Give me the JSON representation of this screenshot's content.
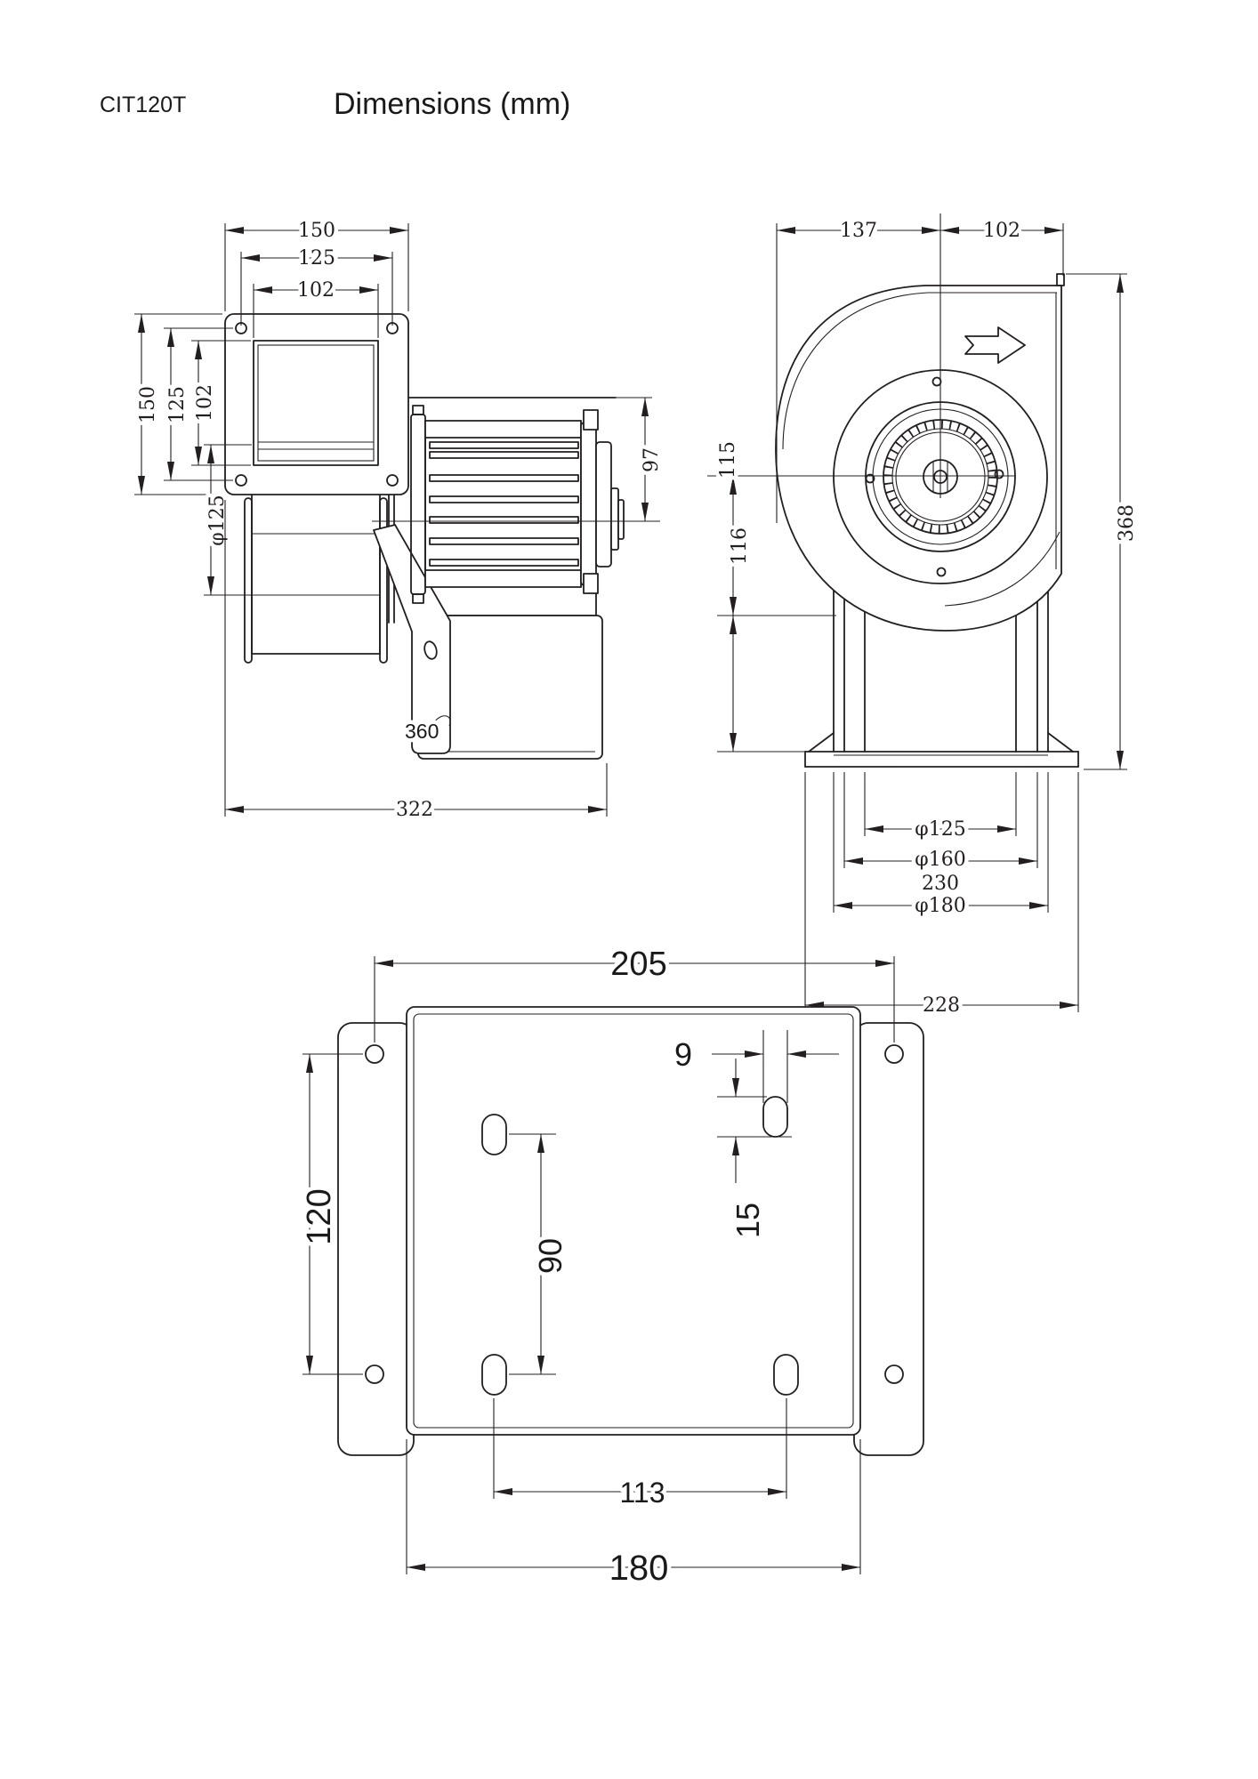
{
  "page": {
    "model": "CIT120T",
    "title": "Dimensions (mm)"
  },
  "views": {
    "side": {
      "dims": {
        "flange_width": "150",
        "flange_bolt_spacing_h": "125",
        "duct_width": "102",
        "flange_height": "150",
        "flange_bolt_spacing_v": "125",
        "duct_height": "102",
        "inlet_diameter": "φ125",
        "motor_height": "97",
        "bracket_note": "360",
        "overall_length": "322"
      }
    },
    "front": {
      "dims": {
        "center_to_left": "137",
        "center_to_outlet": "102",
        "overall_height": "368",
        "center_upper": "115",
        "center_lower": "116",
        "duct_diameter": "φ125",
        "flange_diameter": "φ160",
        "flange_plate": "230",
        "base_diameter": "φ180",
        "base_width": "228"
      }
    },
    "plate": {
      "dims": {
        "hole_span_width": "205",
        "hole_span_height": "120",
        "slot_span_vertical": "90",
        "slot_width": "9",
        "slot_length": "15",
        "slot_span_horizontal": "113",
        "plate_width": "180"
      }
    }
  }
}
